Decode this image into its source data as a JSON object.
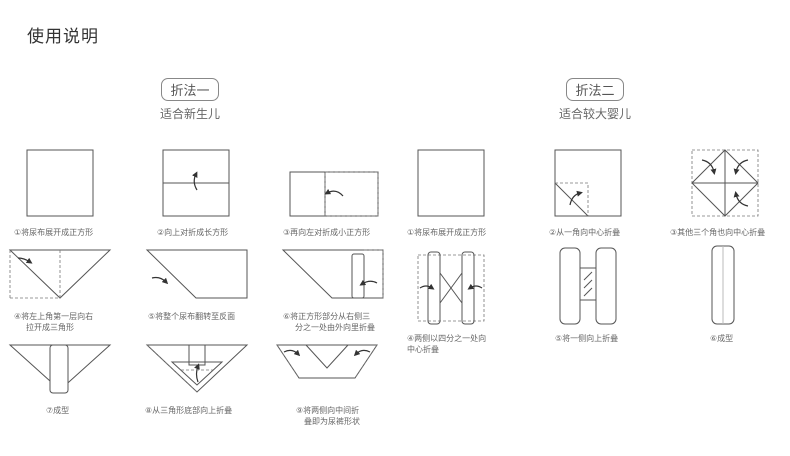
{
  "page_title": "使用说明",
  "method1": {
    "badge": "折法一",
    "subtitle": "适合新生儿"
  },
  "method2": {
    "badge": "折法二",
    "subtitle": "适合较大婴儿"
  },
  "steps1": [
    {
      "lines": [
        "①将尿布展开成正方形"
      ]
    },
    {
      "lines": [
        "②向上对折成长方形"
      ]
    },
    {
      "lines": [
        "③再向左对折成小正方形"
      ]
    },
    {
      "lines": [
        "④将左上角第一层向右",
        "拉开成三角形"
      ]
    },
    {
      "lines": [
        "⑤将整个尿布翻转至反面"
      ]
    },
    {
      "lines": [
        "⑥将正方形部分从右侧三",
        "分之一处由外向里折叠"
      ]
    },
    {
      "lines": [
        "⑦成型"
      ]
    },
    {
      "lines": [
        "⑧从三角形底部向上折叠"
      ]
    },
    {
      "lines": [
        "⑨将两侧向中间折",
        "叠即为尿裤形状"
      ]
    }
  ],
  "steps2": [
    {
      "lines": [
        "①将尿布展开成正方形"
      ]
    },
    {
      "lines": [
        "②从一角向中心折叠"
      ]
    },
    {
      "lines": [
        "③其他三个角也向中心折叠"
      ]
    },
    {
      "lines": [
        "④两侧以四分之一处向",
        "中心折叠"
      ]
    },
    {
      "lines": [
        "⑤将一侧向上折叠"
      ]
    },
    {
      "lines": [
        "⑥成型"
      ]
    }
  ]
}
